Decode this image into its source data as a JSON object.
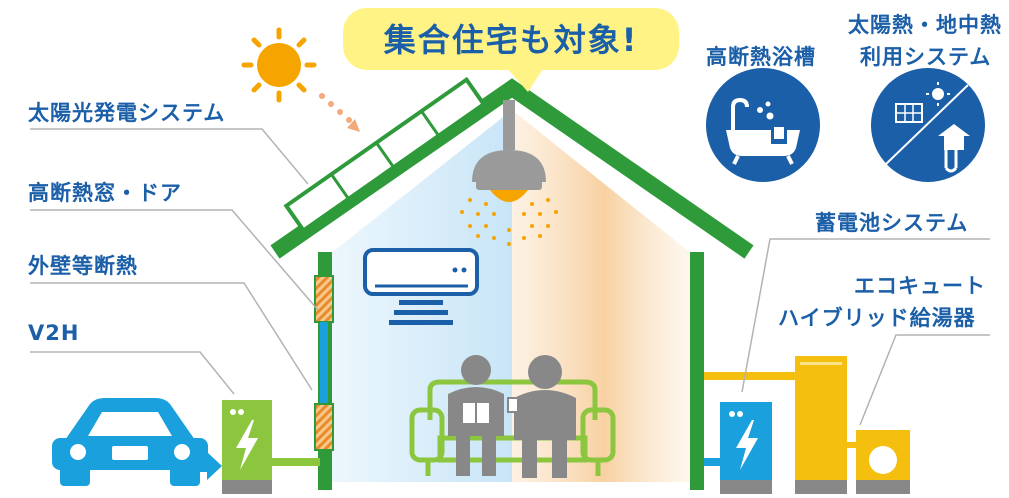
{
  "bubble": {
    "text": "集合住宅も対象!"
  },
  "labels": {
    "solar": "太陽光発電システム",
    "window": "高断熱窓・ドア",
    "wall": "外壁等断熱",
    "v2h": "V2H",
    "bath": "高断熱浴槽",
    "geo_line1": "太陽熱・地中熱",
    "geo_line2": "利用システム",
    "battery": "蓄電池システム",
    "ecocute_line1": "エコキュート",
    "ecocute_line2": "ハイブリッド給湯器"
  },
  "colors": {
    "brand_blue": "#1b5fa8",
    "house_green": "#2e9a3a",
    "sofa_green": "#8cc63f",
    "battery_cyan": "#1aa0dc",
    "ecocute_yellow": "#f5bf0f",
    "sun_orange": "#f6a400",
    "bubble_yellow": "#fff386",
    "insulation_orange": "#e88b2b",
    "person_gray": "#888888"
  },
  "icons": [
    "sun-icon",
    "solar-panel-icon",
    "ceiling-lamp-icon",
    "air-conditioner-icon",
    "bathtub-icon",
    "geothermal-icon",
    "car-icon",
    "charger-icon",
    "battery-icon",
    "ecocute-icon",
    "sofa-icon",
    "person-icon",
    "lightning-icon"
  ]
}
